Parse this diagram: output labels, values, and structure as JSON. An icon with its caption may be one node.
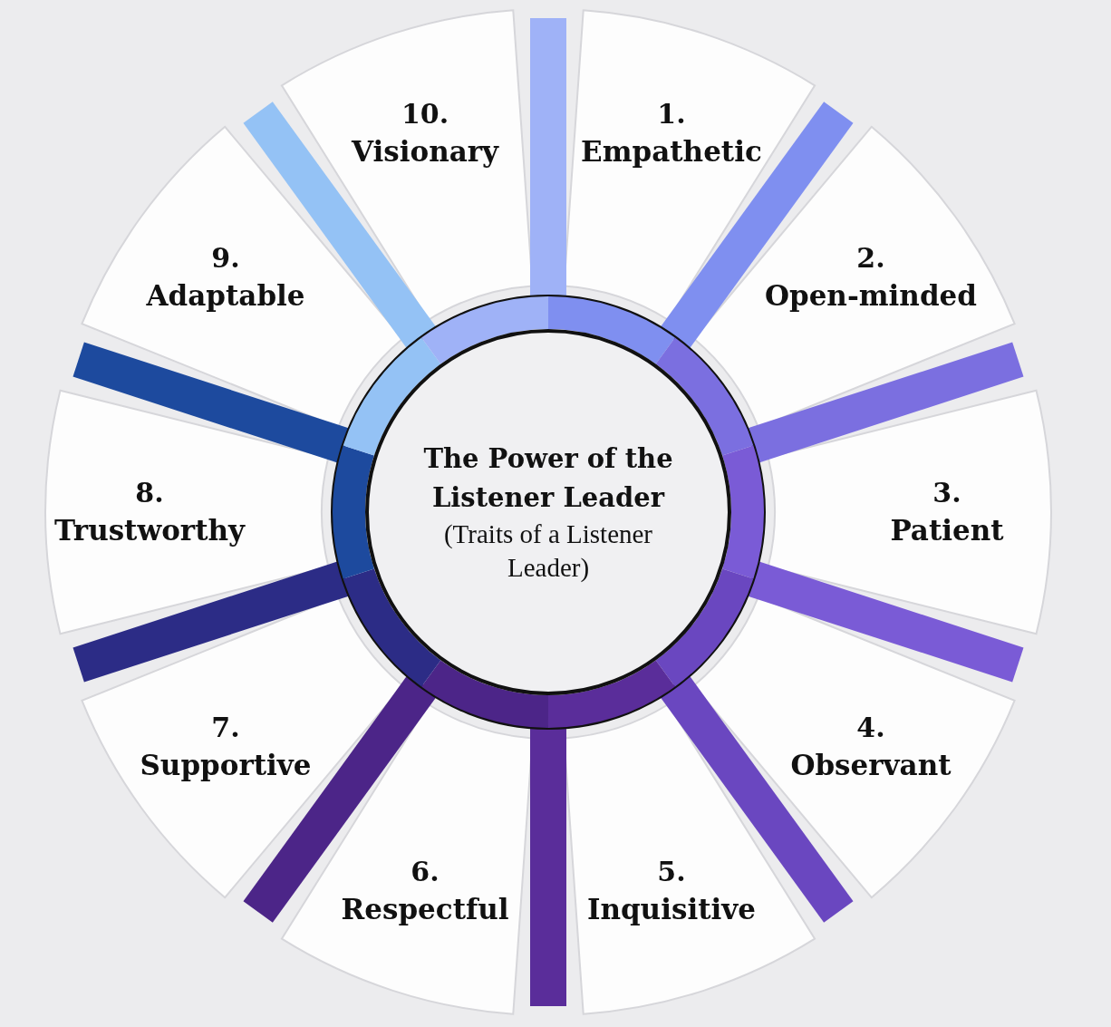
{
  "diagram": {
    "nodes": [
      {
        "text": [
          "The Power of the Listener Leader",
          "(Traits of a Listener Leader)"
        ]
      },
      {
        "text": [
          "1.",
          "Empathetic"
        ]
      },
      {
        "text": [
          "2.",
          "Open-minded"
        ]
      },
      {
        "text": [
          "3.",
          "Patient"
        ]
      },
      {
        "text": [
          "4.",
          "Observant"
        ]
      },
      {
        "text": [
          "5.",
          "Inquisitive"
        ]
      },
      {
        "text": [
          "6.",
          "Respectful"
        ]
      },
      {
        "text": [
          "7.",
          "Supportive"
        ]
      },
      {
        "text": [
          "8.",
          "Trustworthy"
        ]
      },
      {
        "text": [
          "9.",
          "Adaptable"
        ]
      },
      {
        "text": [
          "10.",
          "Visionary"
        ]
      }
    ],
    "edges": []
  }
}
